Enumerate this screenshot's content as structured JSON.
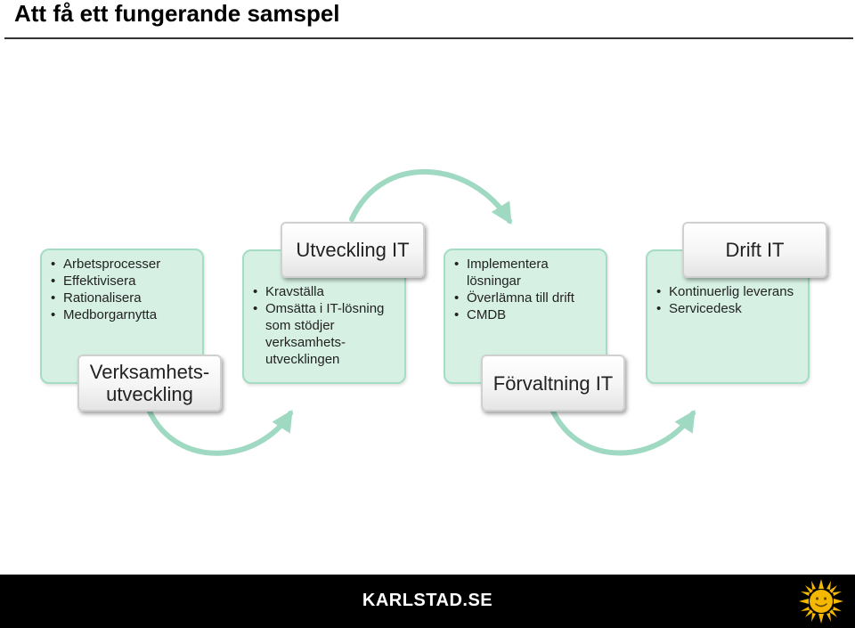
{
  "slide": {
    "title": "Att få ett fungerande samspel"
  },
  "diagram": {
    "stages": [
      {
        "label": "Verksamhets-\nutveckling",
        "bullets": [
          "Arbetsprocesser",
          "Effektivisera",
          "Rationalisera",
          "Medborgarnytta"
        ]
      },
      {
        "label": "Utveckling IT",
        "bullets": [
          "Kravställa",
          "Omsätta i IT-lösning som stödjer verksamhets-utvecklingen"
        ]
      },
      {
        "label": "Förvaltning IT",
        "bullets": [
          "Implementera lösningar",
          "Överlämna till drift",
          "CMDB"
        ]
      },
      {
        "label": "Drift IT",
        "bullets": [
          "Kontinuerlig leverans",
          "Servicedesk"
        ]
      }
    ]
  },
  "footer": {
    "brand": "KARLSTAD.SE",
    "logo_icon": "sun-logo-icon"
  },
  "colors": {
    "panel_fill": "#d6f1e4",
    "panel_border": "#a4dcc4",
    "arrow": "#9fd9c2",
    "footer_bg": "#000000",
    "logo_sun": "#f5b800"
  }
}
